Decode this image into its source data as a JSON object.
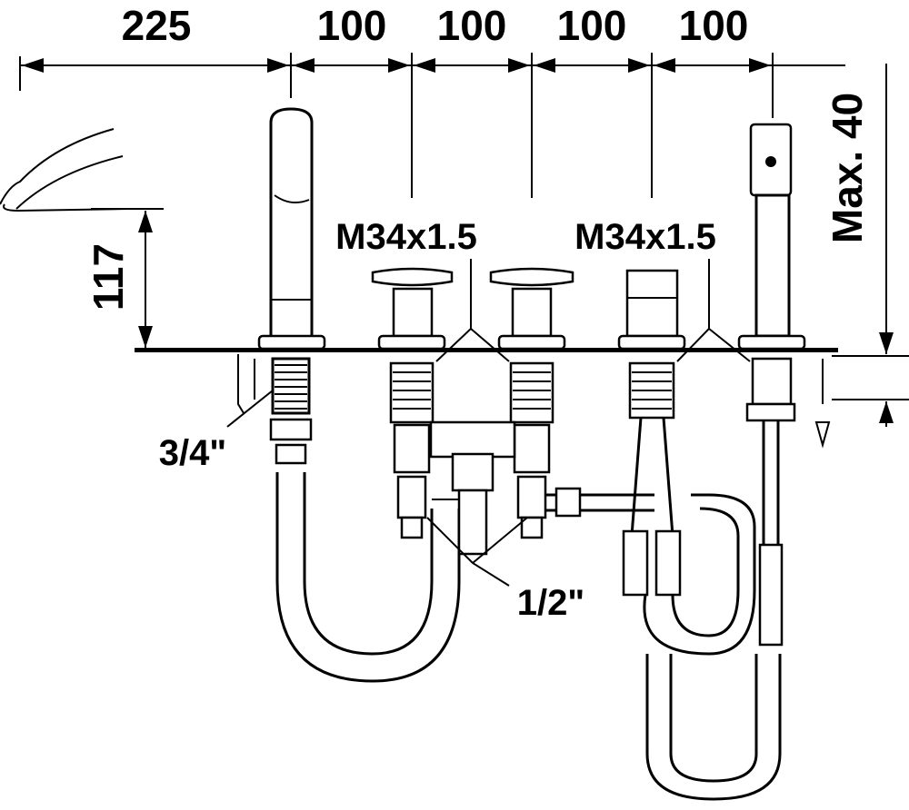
{
  "dimensions": {
    "top": [
      "225",
      "100",
      "100",
      "100",
      "100"
    ],
    "spout_height": "117",
    "deck_thickness": "Max. 40"
  },
  "callouts": {
    "thread_left": "M34x1.5",
    "thread_right": "M34x1.5",
    "spout_connection": "3/4\"",
    "valve_connection": "1/2\""
  }
}
